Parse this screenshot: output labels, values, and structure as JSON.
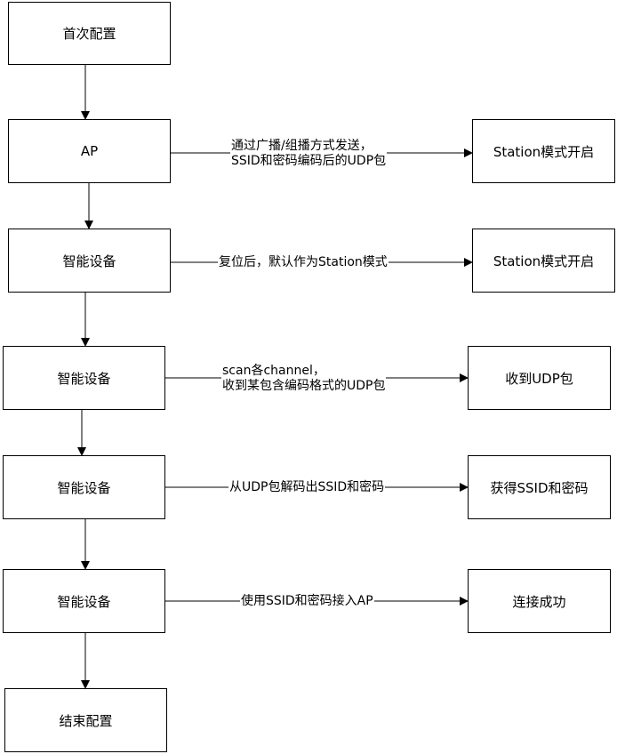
{
  "flow": {
    "steps": [
      {
        "label": "首次配置"
      },
      {
        "label": "AP"
      },
      {
        "label": "智能设备"
      },
      {
        "label": "智能设备"
      },
      {
        "label": "智能设备"
      },
      {
        "label": "智能设备"
      },
      {
        "label": "结束配置"
      }
    ],
    "results": [
      {
        "label": "Station模式开启"
      },
      {
        "label": "Station模式开启"
      },
      {
        "label": "收到UDP包"
      },
      {
        "label": "获得SSID和密码"
      },
      {
        "label": "连接成功"
      }
    ],
    "edges": [
      {
        "line1": "通过广播/组播方式发送，",
        "line2": "SSID和密码编码后的UDP包"
      },
      {
        "line1": "复位后，默认作为Station模式"
      },
      {
        "line1": "scan各channel，",
        "line2": "收到某包含编码格式的UDP包"
      },
      {
        "line1": "从UDP包解码出SSID和密码"
      },
      {
        "line1": "使用SSID和密码接入AP"
      }
    ]
  }
}
